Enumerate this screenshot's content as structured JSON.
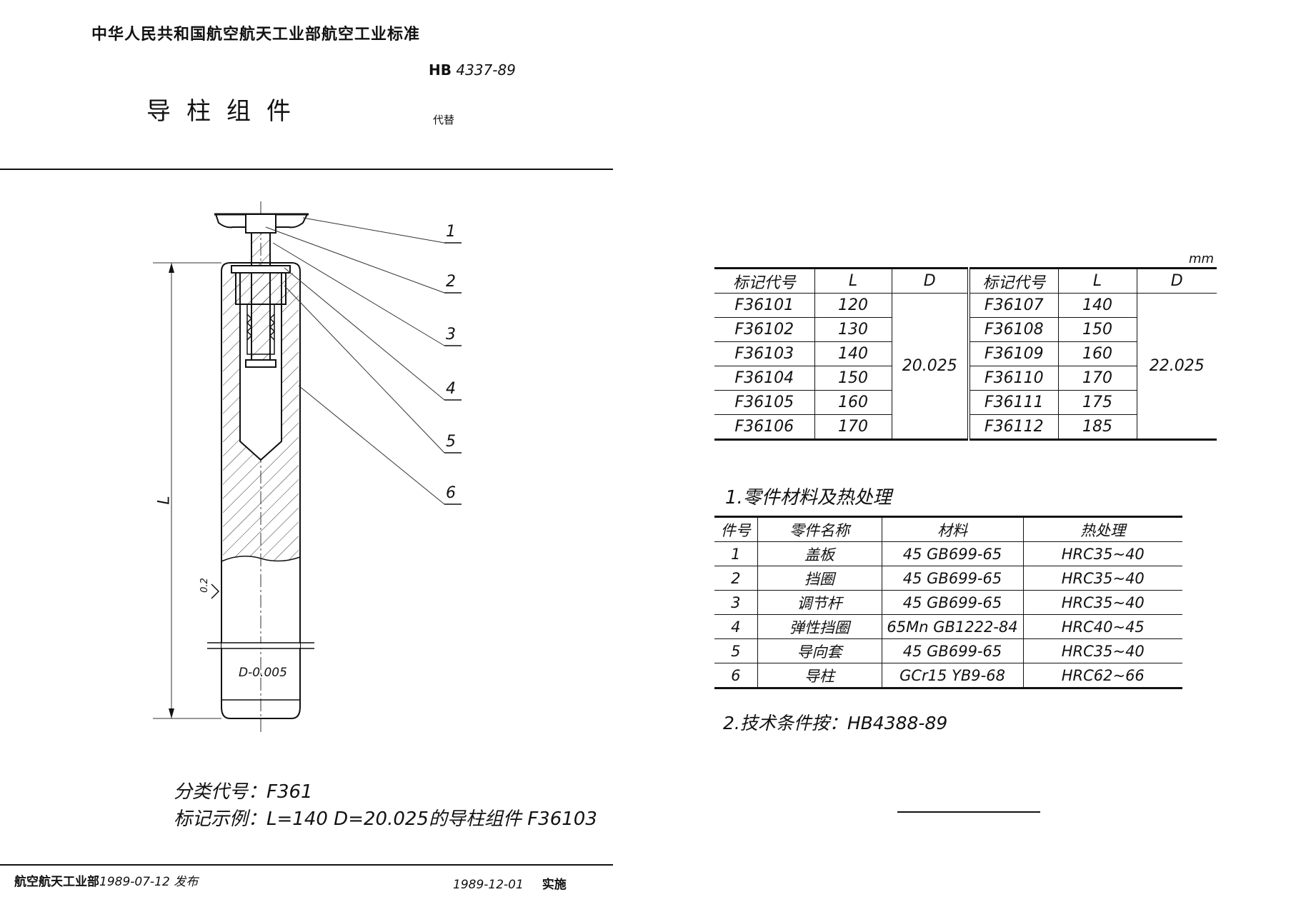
{
  "header": {
    "organization": "中华人民共和国航空航天工业部航空工业标准",
    "standard_prefix": "HB",
    "standard_number": "4337-89",
    "title": "导柱组件",
    "replaces": "代替"
  },
  "drawing": {
    "callouts": [
      "1",
      "2",
      "3",
      "4",
      "5",
      "6"
    ],
    "length_label": "L",
    "diameter_label": "D-0.005",
    "roughness": "0.2"
  },
  "dim_table": {
    "unit": "mm",
    "headers": [
      "标记代号",
      "L",
      "D",
      "标记代号",
      "L",
      "D"
    ],
    "left_rows": [
      [
        "F36101",
        "120"
      ],
      [
        "F36102",
        "130"
      ],
      [
        "F36103",
        "140"
      ],
      [
        "F36104",
        "150"
      ],
      [
        "F36105",
        "160"
      ],
      [
        "F36106",
        "170"
      ]
    ],
    "left_d": "20.025",
    "right_rows": [
      [
        "F36107",
        "140"
      ],
      [
        "F36108",
        "150"
      ],
      [
        "F36109",
        "160"
      ],
      [
        "F36110",
        "170"
      ],
      [
        "F36111",
        "175"
      ],
      [
        "F36112",
        "185"
      ]
    ],
    "right_d": "22.025"
  },
  "notes": {
    "materials_title": "1.零件材料及热处理",
    "tech_conditions": "2.技术条件按：HB4388-89"
  },
  "materials_table": {
    "headers": [
      "件号",
      "零件名称",
      "材料",
      "热处理"
    ],
    "rows": [
      [
        "1",
        "盖板",
        "45   GB699-65",
        "HRC35~40"
      ],
      [
        "2",
        "挡圈",
        "45   GB699-65",
        "HRC35~40"
      ],
      [
        "3",
        "调节杆",
        "45   GB699-65",
        "HRC35~40"
      ],
      [
        "4",
        "弹性挡圈",
        "65Mn GB1222-84",
        "HRC40~45"
      ],
      [
        "5",
        "导向套",
        "45   GB699-65",
        "HRC35~40"
      ],
      [
        "6",
        "导柱",
        "GCr15 YB9-68",
        "HRC62~66"
      ]
    ]
  },
  "classification": {
    "code_label": "分类代号：",
    "code": "F361",
    "example_label": "标记示例：",
    "example": "L=140   D=20.025的导柱组件   F36103"
  },
  "footer": {
    "issuer": "航空航天工业部",
    "issue_date": "1989-07-12",
    "issue_word": "发布",
    "effective_date": "1989-12-01",
    "effective_word": "实施"
  }
}
